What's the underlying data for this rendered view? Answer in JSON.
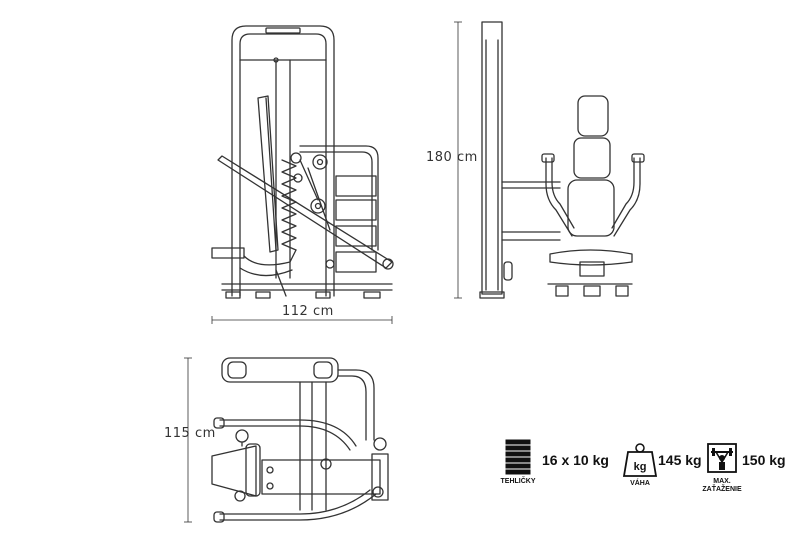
{
  "dimensions": {
    "width": "112 cm",
    "height": "180 cm",
    "depth": "115 cm"
  },
  "specs": {
    "weights": {
      "value": "16 x 10 kg",
      "caption": "TEHLIČKY",
      "icon": "weight-stack-icon"
    },
    "machine_weight": {
      "value": "145 kg",
      "caption": "VÁHA",
      "icon": "kg-weight-icon"
    },
    "max_load": {
      "value": "150 kg",
      "caption_line1": "MAX.",
      "caption_line2": "ZAŤAŽENIE",
      "icon": "lifter-icon"
    }
  },
  "colors": {
    "line": "#333333",
    "fill": "#ffffff"
  }
}
